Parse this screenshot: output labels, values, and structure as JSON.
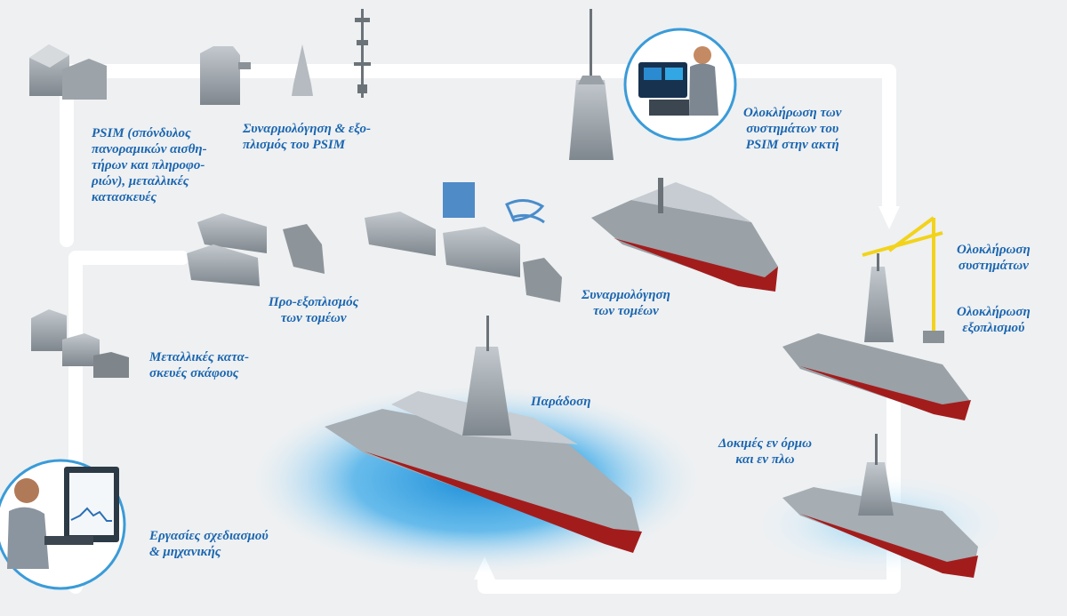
{
  "diagram": {
    "steps": [
      {
        "id": "psim",
        "text": "PSIM (σπόνδυλος\nπανοραμικών αισθη-\nτήρων και πληροφο-\nριών), μεταλλικές\nκατασκευές"
      },
      {
        "id": "psim_assembly",
        "text": "Συναρμολόγηση & εξο-\nπλισμός του PSIM"
      },
      {
        "id": "shore_integration",
        "text": "Ολοκλήρωση των\nσυστημάτων του\nPSIM στην ακτή"
      },
      {
        "id": "systems",
        "text": "Ολοκλήρωση\nσυστημάτων"
      },
      {
        "id": "outfitting",
        "text": "Ολοκλήρωση\nεξοπλισμού"
      },
      {
        "id": "pre_outfitting",
        "text": "Προ-εξοπλισμός\nτων τομέων"
      },
      {
        "id": "section_assembly",
        "text": "Συναρμολόγηση\nτων τομέων"
      },
      {
        "id": "hull",
        "text": "Μεταλλικές κατα-\nσκευές σκάφους"
      },
      {
        "id": "delivery",
        "text": "Παράδοση"
      },
      {
        "id": "trials",
        "text": "Δοκιμές εν όρμω\nκαι εν πλω"
      },
      {
        "id": "design",
        "text": "Εργασίες σχεδιασμού\n& μηχανικής"
      }
    ]
  },
  "colors": {
    "label": "#1b66b0",
    "flow": "#ffffff",
    "hull_grey": "#8f979e",
    "hull_light": "#b8bec4",
    "waterline": "#9e1b1b",
    "crane": "#f2d31b",
    "water": "#2f9fe0",
    "circle_ring": "#3a9bd8"
  },
  "icons": [
    "psim-module-icon",
    "mast-icon",
    "ship-icon",
    "crane-icon",
    "engineer-console-icon",
    "designer-workstation-icon",
    "hull-block-icon",
    "flow-arrow-icon"
  ]
}
